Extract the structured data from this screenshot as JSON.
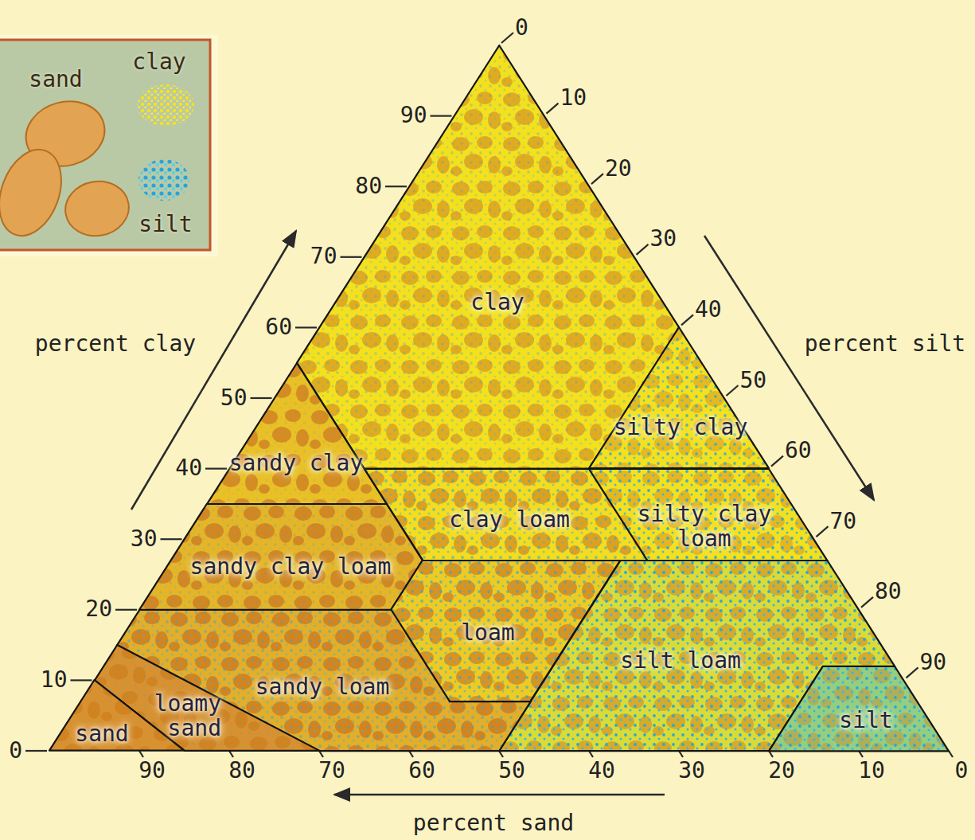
{
  "diagram": {
    "nodes": [
      {
        "text": [
          "clay"
        ]
      },
      {
        "text": [
          "silty clay"
        ]
      },
      {
        "text": [
          "sandy clay"
        ]
      },
      {
        "text": [
          "clay loam"
        ]
      },
      {
        "text": [
          "silty clay loam"
        ]
      },
      {
        "text": [
          "sandy clay loam"
        ]
      },
      {
        "text": [
          "loam"
        ]
      },
      {
        "text": [
          "silt loam"
        ]
      },
      {
        "text": [
          "sandy loam"
        ]
      },
      {
        "text": [
          "loamy sand"
        ]
      },
      {
        "text": [
          "sand"
        ]
      },
      {
        "text": [
          "silt"
        ]
      }
    ],
    "labels": [
      "0",
      "10",
      "20",
      "30",
      "40",
      "50",
      "60",
      "70",
      "80",
      "90",
      "0",
      "10",
      "20",
      "30",
      "40",
      "50",
      "60",
      "70",
      "80",
      "90",
      "90",
      "80",
      "70",
      "60",
      "50",
      "40",
      "30",
      "20",
      "10",
      "0",
      "percent clay",
      "percent silt",
      "percent sand"
    ],
    "legend": [
      {
        "text": "sand"
      },
      {
        "text": "clay"
      },
      {
        "text": "silt"
      }
    ]
  }
}
